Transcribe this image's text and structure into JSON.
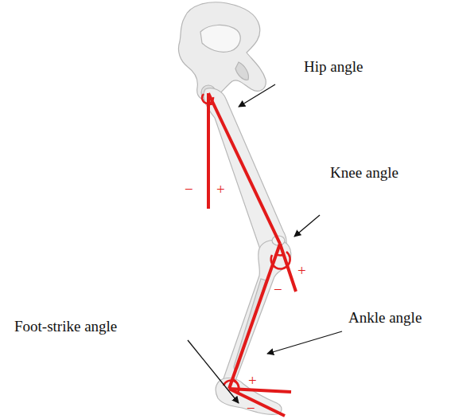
{
  "diagram": {
    "labels": [
      "Hip angle",
      "Knee angle",
      "Ankle angle",
      "Foot-strike angle",
      "−",
      "+",
      "+",
      "−",
      "+",
      "−"
    ]
  }
}
